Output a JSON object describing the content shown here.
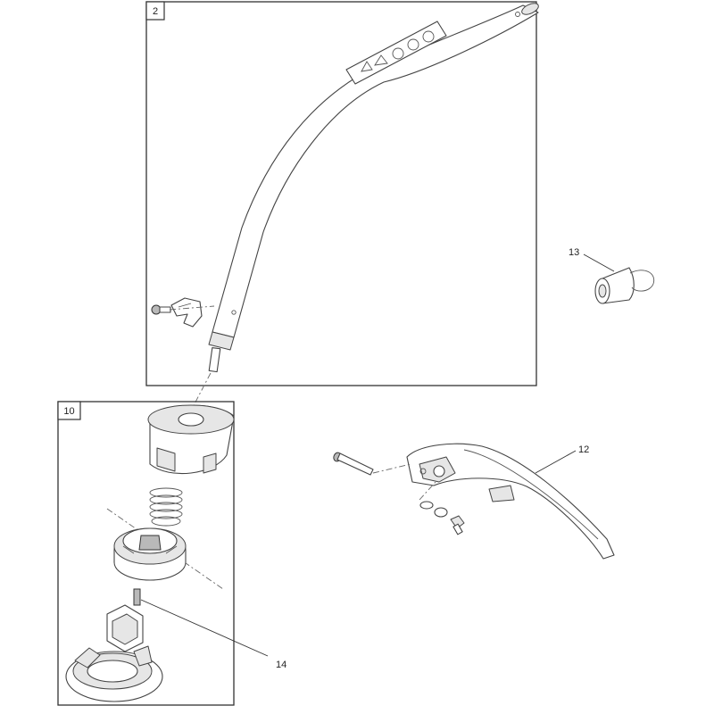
{
  "boxes": {
    "shaft_group": {
      "tag": "2"
    },
    "head_group": {
      "tag": "10"
    }
  },
  "callouts": {
    "guard": "12",
    "cap": "13",
    "arbor_bolt": "14"
  },
  "icons": {
    "shaft": "curved-shaft-icon",
    "label": "warning-decal-icon",
    "bracket": "handle-bracket-icon",
    "bolt": "bolt-icon",
    "bump_knob": "bump-knob-icon",
    "spring": "spring-icon",
    "spool": "spool-icon",
    "housing": "head-housing-icon",
    "guard": "grass-guard-icon",
    "cap": "end-cap-icon"
  }
}
